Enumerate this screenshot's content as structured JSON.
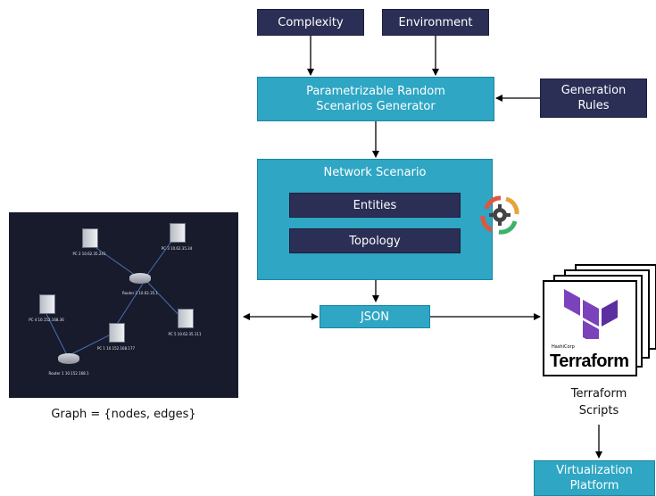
{
  "inputs": {
    "complexity": "Complexity",
    "environment": "Environment",
    "generation_rules": "Generation\nRules"
  },
  "generator": {
    "label": "Parametrizable Random\nScenarios Generator"
  },
  "network_scenario": {
    "title": "Network Scenario",
    "entities": "Entities",
    "topology": "Topology"
  },
  "json_box": {
    "label": "JSON"
  },
  "graph": {
    "caption": "Graph = {nodes, edges}",
    "nodes": [
      {
        "name": "PC 2",
        "ip": "10.62.35.241"
      },
      {
        "name": "PC 3",
        "ip": "10.62.35.34"
      },
      {
        "name": "Router 2",
        "ip": "10.62.35.1"
      },
      {
        "name": "PC 4",
        "ip": "10.152.168.36"
      },
      {
        "name": "PC 1",
        "ip": "10.152.168.177"
      },
      {
        "name": "PC 5",
        "ip": "10.62.35.111"
      },
      {
        "name": "Router 1",
        "ip": "10.152.168.1"
      }
    ]
  },
  "terraform": {
    "logo_vendor": "HashiCorp",
    "logo_word": "Terraform",
    "caption": "Terraform\nScripts"
  },
  "virtualization": {
    "label": "Virtualization\nPlatform"
  },
  "colors": {
    "dark": "#2b2f55",
    "teal": "#2ea6c4",
    "terraform_purple": "#7b42bc"
  }
}
